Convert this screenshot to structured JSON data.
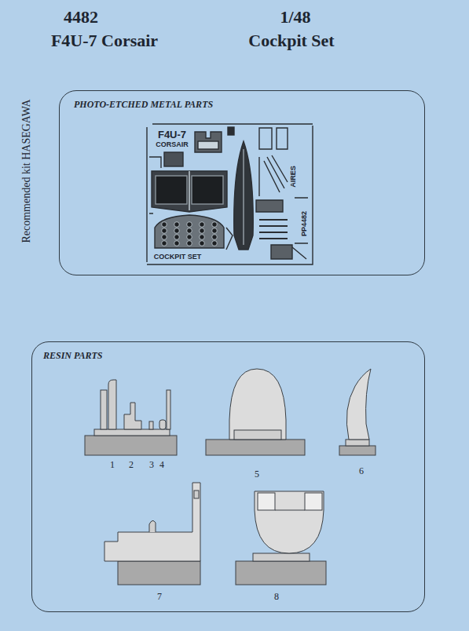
{
  "diagram": {
    "nodes": [
      {
        "text": [
          "PHOTO-ETCHED METAL PARTS"
        ]
      },
      {
        "text": [
          "RESIN PARTS"
        ]
      }
    ],
    "edges": [],
    "labels": [
      "4482",
      "1/48",
      "F4U-7 Corsair",
      "Cockpit Set",
      "Recommended kit HASEGAWA",
      "F4U-7",
      "CORSAIR",
      "AIRES",
      "PP4482",
      "COCKPIT SET",
      "1",
      "2",
      "3",
      "4",
      "5",
      "6",
      "7",
      "8"
    ]
  }
}
